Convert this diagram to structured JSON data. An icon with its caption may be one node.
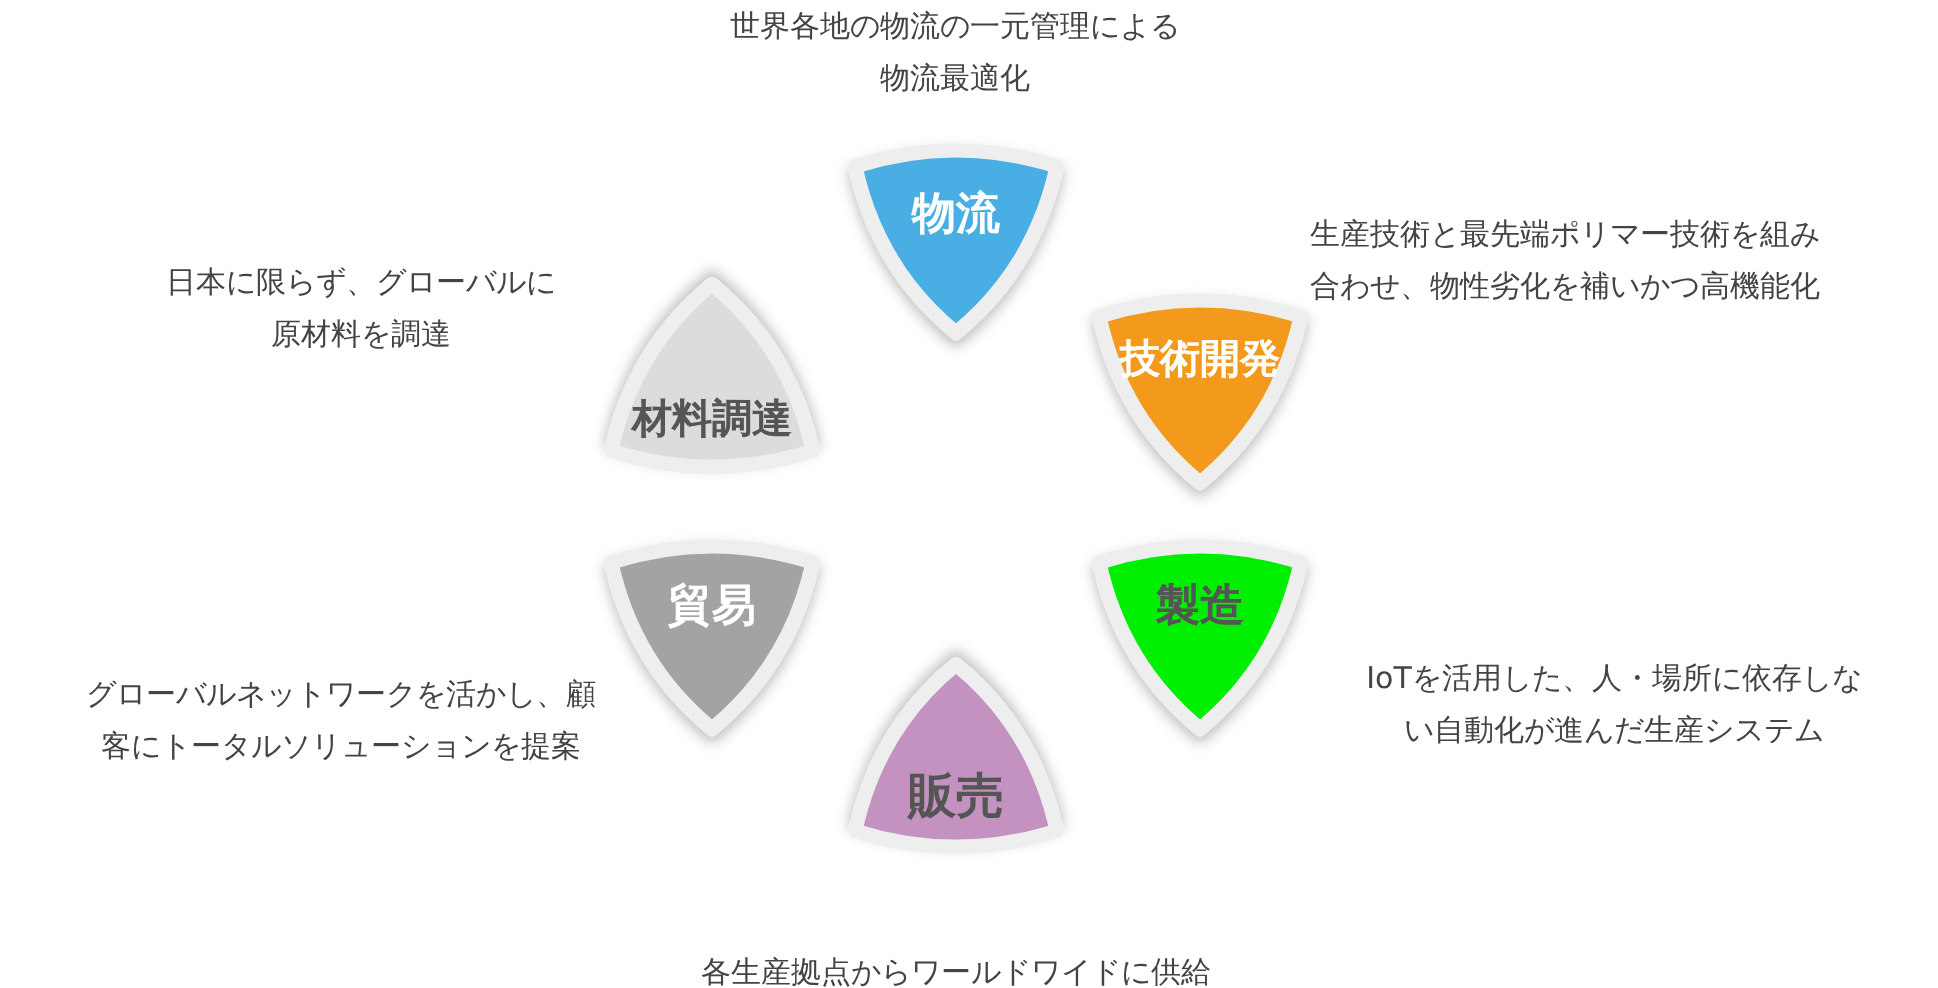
{
  "diagram": {
    "nodes": [
      {
        "text": [
          "物流"
        ],
        "beside": [
          "世界各地の物流の一元管理による物流最適化"
        ]
      },
      {
        "text": [
          "技術開発"
        ],
        "beside": [
          "生産技術と最先端ポリマー技術を組み合わせ、物性劣化を補いかつ高機能化"
        ]
      },
      {
        "text": [
          "製造"
        ],
        "beside": [
          "IoTを活用した、人・場所に依存しない自動化が進んだ生産システム"
        ]
      },
      {
        "text": [
          "販売"
        ],
        "beside": [
          "各生産拠点からワールドワイドに供給"
        ]
      },
      {
        "text": [
          "貿易"
        ],
        "beside": [
          "グローバルネットワークを活かし、顧客にトータルソリューションを提案"
        ]
      },
      {
        "text": [
          "材料調達"
        ],
        "beside": [
          "日本に限らず、グローバルに原材料を調達"
        ]
      }
    ]
  }
}
